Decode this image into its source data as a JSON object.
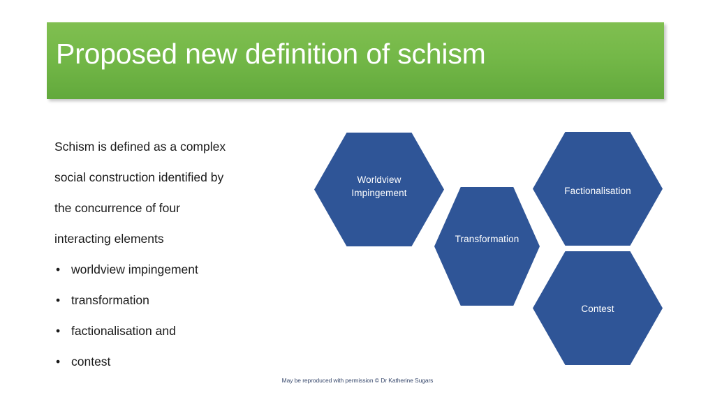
{
  "slide": {
    "title": "Proposed new definition of schism",
    "banner_gradient_top": "#80bf50",
    "banner_gradient_bottom": "#62a93c",
    "background_color": "#ffffff"
  },
  "body": {
    "paragraph_lines": [
      "Schism is defined as a complex",
      "social construction identified by",
      "the concurrence of four",
      "interacting elements"
    ],
    "bullet_char": "•",
    "bullets": [
      "worldview impingement",
      "transformation",
      "factionalisation and",
      "contest"
    ]
  },
  "diagram": {
    "shape": "hexagon",
    "fill_color": "#2f5597",
    "label_color": "#ffffff",
    "nodes": [
      {
        "id": "worldview",
        "label_line1": "Worldview",
        "label_line2": "Impingement"
      },
      {
        "id": "transformation",
        "label_line1": "Transformation",
        "label_line2": ""
      },
      {
        "id": "factionalisation",
        "label_line1": "Factionalisation",
        "label_line2": ""
      },
      {
        "id": "contest",
        "label_line1": "Contest",
        "label_line2": ""
      }
    ]
  },
  "footer": {
    "text": "May be reproduced with permission © Dr Katherine Sugars",
    "color": "#36476b"
  }
}
